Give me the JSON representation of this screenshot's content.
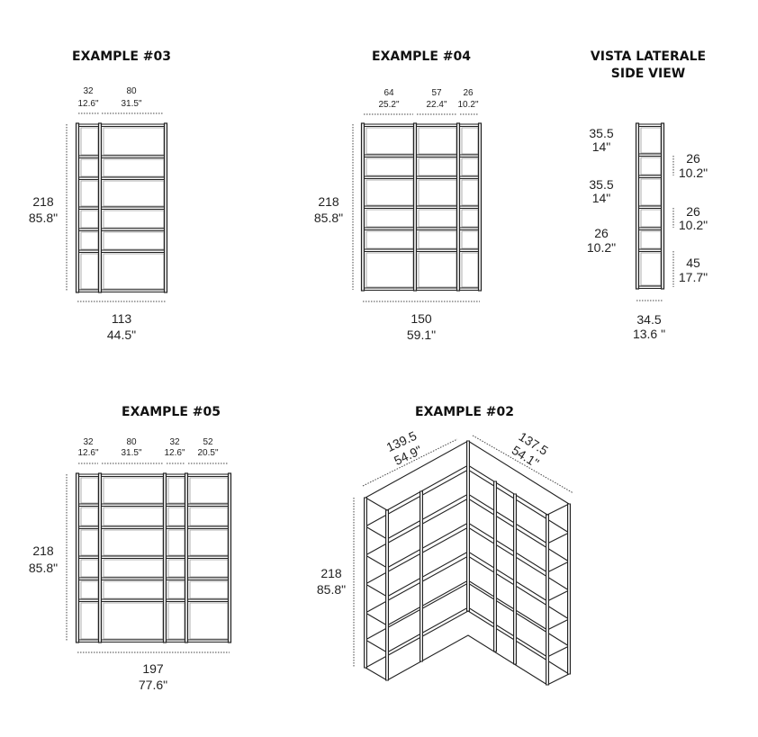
{
  "example03": {
    "title": "EXAMPLE #03",
    "widths": [
      {
        "cm": "32",
        "in": "12.6\""
      },
      {
        "cm": "80",
        "in": "31.5\""
      }
    ],
    "height": {
      "cm": "218",
      "in": "85.8\""
    },
    "total_width": {
      "cm": "113",
      "in": "44.5\""
    }
  },
  "example04": {
    "title": "EXAMPLE #04",
    "widths": [
      {
        "cm": "64",
        "in": "25.2\""
      },
      {
        "cm": "57",
        "in": "22.4\""
      },
      {
        "cm": "26",
        "in": "10.2\""
      }
    ],
    "height": {
      "cm": "218",
      "in": "85.8\""
    },
    "total_width": {
      "cm": "150",
      "in": "59.1\""
    }
  },
  "side_view": {
    "title_it": "VISTA LATERALE",
    "title_en": "SIDE VIEW",
    "left_spacings": [
      {
        "cm": "35.5",
        "in": "14\""
      },
      {
        "cm": "35.5",
        "in": "14\""
      },
      {
        "cm": "26",
        "in": "10.2\""
      }
    ],
    "right_spacings": [
      {
        "cm": "26",
        "in": "10.2\""
      },
      {
        "cm": "26",
        "in": "10.2\""
      },
      {
        "cm": "45",
        "in": "17.7\""
      }
    ],
    "depth": {
      "cm": "34.5",
      "in": "13.6 \""
    }
  },
  "example05": {
    "title": "EXAMPLE #05",
    "widths": [
      {
        "cm": "32",
        "in": "12.6\""
      },
      {
        "cm": "80",
        "in": "31.5\""
      },
      {
        "cm": "32",
        "in": "12.6\""
      },
      {
        "cm": "52",
        "in": "20.5\""
      }
    ],
    "height": {
      "cm": "218",
      "in": "85.8\""
    },
    "total_width": {
      "cm": "197",
      "in": "77.6\""
    }
  },
  "example02": {
    "title": "EXAMPLE #02",
    "left_length": {
      "cm": "139.5",
      "in": "54.9\""
    },
    "right_length": {
      "cm": "137.5",
      "in": "54.1\""
    },
    "height": {
      "cm": "218",
      "in": "85.8\""
    }
  }
}
